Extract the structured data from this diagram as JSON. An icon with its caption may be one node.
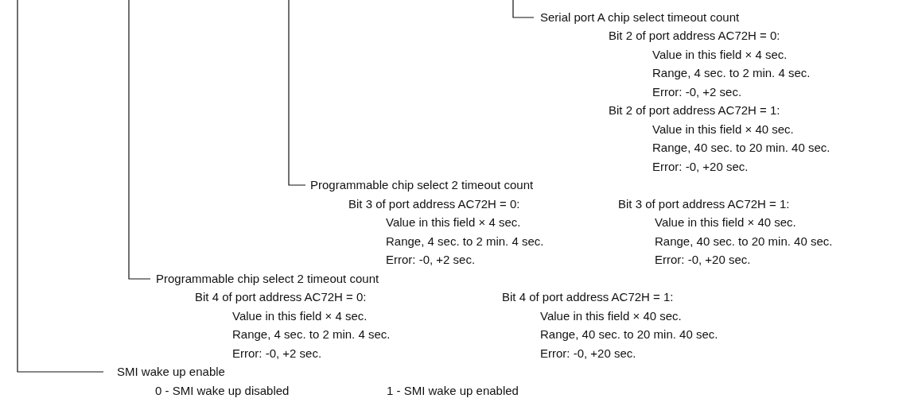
{
  "diagram": {
    "nodes": [
      {
        "text": [
          "Serial port A chip select timeout count"
        ]
      },
      {
        "text": [
          "Programmable chip select 2 timeout count"
        ]
      },
      {
        "text": [
          "Programmable chip select 2 timeout count"
        ]
      },
      {
        "text": [
          "SMI wake up enable"
        ]
      }
    ],
    "edges": [
      {
        "from": null,
        "to": 0,
        "arrow": "none"
      },
      {
        "from": null,
        "to": 1,
        "arrow": "none"
      },
      {
        "from": null,
        "to": 2,
        "arrow": "none"
      },
      {
        "from": null,
        "to": 3,
        "arrow": "none"
      }
    ],
    "labels": [
      "Bit 2 of port address AC72H = 0:",
      "Value in this field × 4 sec.",
      "Range, 4 sec. to 2 min. 4 sec.",
      "Error: -0, +2 sec.",
      "Bit 2 of port address AC72H = 1:",
      "Value in this field × 40 sec.",
      "Range, 40 sec. to 20 min. 40 sec.",
      "Error: -0, +20 sec.",
      "Bit 3 of port address AC72H = 0:",
      "Bit 3 of port address AC72H = 1:",
      "Value in this field × 4 sec.",
      "Value in this field × 40 sec.",
      "Range, 4 sec. to 2 min. 4 sec.",
      "Range, 40 sec. to 20 min. 40 sec.",
      "Error: -0, +2 sec.",
      "Error: -0, +20 sec.",
      "Bit 4 of port address AC72H = 0:",
      "Bit 4 of port address AC72H = 1:",
      "Value in this field × 4 sec.",
      "Value in this field × 40 sec.",
      "Range, 4 sec. to 2 min. 4 sec.",
      "Range, 40 sec. to 20 min. 40 sec.",
      "Error: -0, +2 sec.",
      "Error: -0, +20 sec.",
      "0 - SMI wake up disabled",
      "1 - SMI wake up enabled"
    ]
  }
}
